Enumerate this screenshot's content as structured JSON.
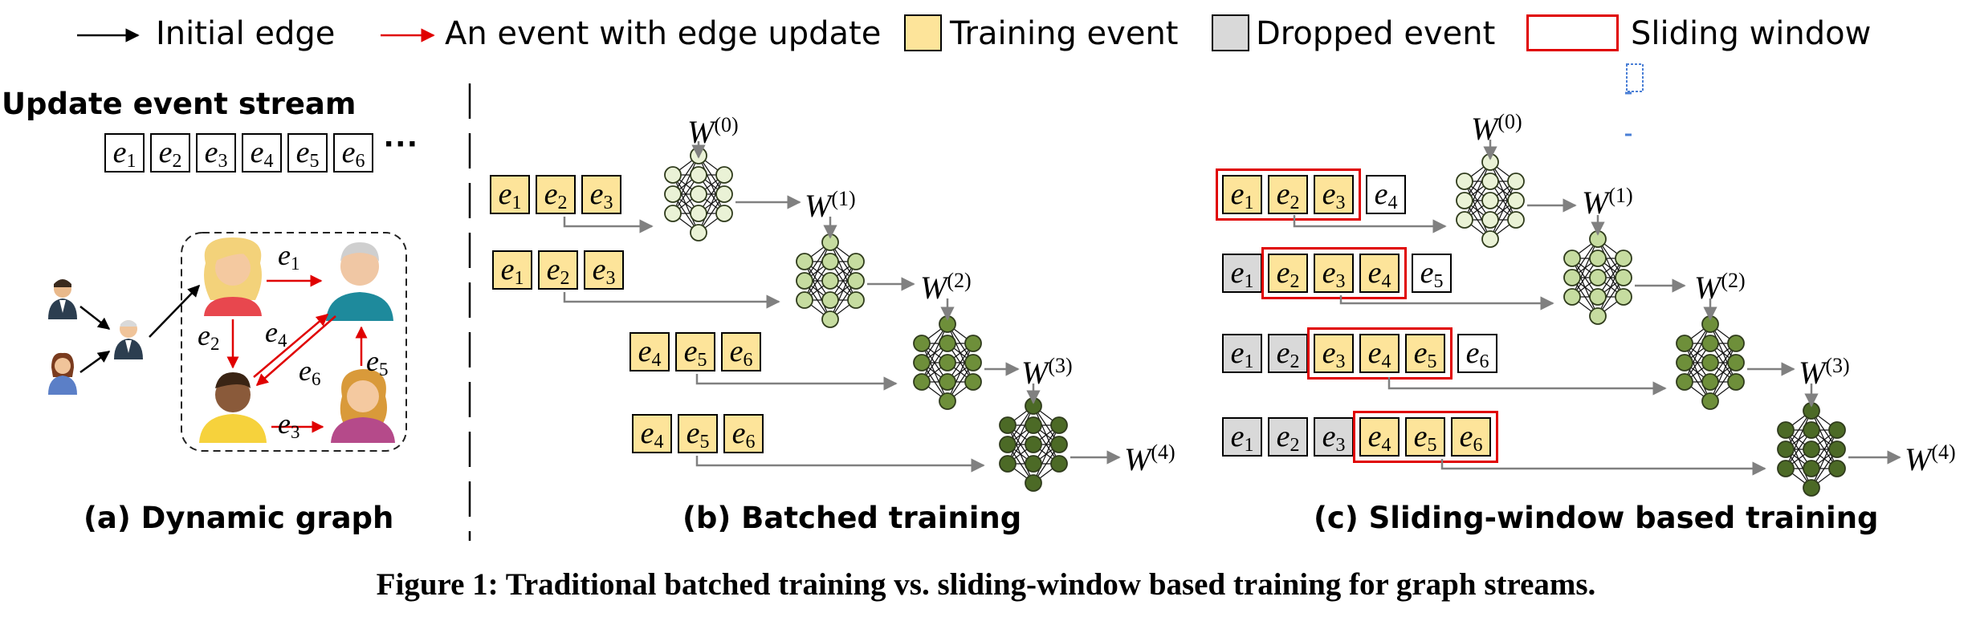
{
  "legend": {
    "initial_edge": "Initial edge",
    "update_edge": "An event with edge update",
    "training_event": "Training event",
    "dropped_event": "Dropped event",
    "sliding_window": "Sliding window"
  },
  "panel_a": {
    "stream_title": "Update event stream",
    "stream_events": [
      "e1",
      "e2",
      "e3",
      "e4",
      "e5",
      "e6"
    ],
    "ellipsis": "···",
    "graph_edges": [
      "e1",
      "e2",
      "e3",
      "e4",
      "e5",
      "e6"
    ],
    "title": "(a) Dynamic graph"
  },
  "panel_b": {
    "title": "(b) Batched training",
    "weights": [
      "W(0)",
      "W(1)",
      "W(2)",
      "W(3)",
      "W(4)"
    ],
    "rows": [
      [
        "e1",
        "e2",
        "e3"
      ],
      [
        "e1",
        "e2",
        "e3"
      ],
      [
        "e4",
        "e5",
        "e6"
      ],
      [
        "e4",
        "e5",
        "e6"
      ]
    ]
  },
  "panel_c": {
    "title": "(c) Sliding-window based training",
    "weights": [
      "W(0)",
      "W(1)",
      "W(2)",
      "W(3)",
      "W(4)"
    ],
    "rows": [
      {
        "dropped": [],
        "training": [
          "e1",
          "e2",
          "e3"
        ],
        "next": "e4"
      },
      {
        "dropped": [
          "e1"
        ],
        "training": [
          "e2",
          "e3",
          "e4"
        ],
        "next": "e5"
      },
      {
        "dropped": [
          "e1",
          "e2"
        ],
        "training": [
          "e3",
          "e4",
          "e5"
        ],
        "next": "e6"
      },
      {
        "dropped": [
          "e1",
          "e2",
          "e3"
        ],
        "training": [
          "e4",
          "e5",
          "e6"
        ],
        "next": ""
      }
    ]
  },
  "caption": "Figure 1: Traditional batched training vs. sliding-window based training for graph streams.",
  "colors": {
    "training_fill": "#fde49a",
    "dropped_fill": "#d9d9d9",
    "window_border": "#e00000",
    "update_arrow": "#e00000",
    "net_stage_1": "#eaf2d6",
    "net_stage_2": "#c6dca0",
    "net_stage_3": "#6e8f3a",
    "net_stage_4": "#4c6a26"
  }
}
